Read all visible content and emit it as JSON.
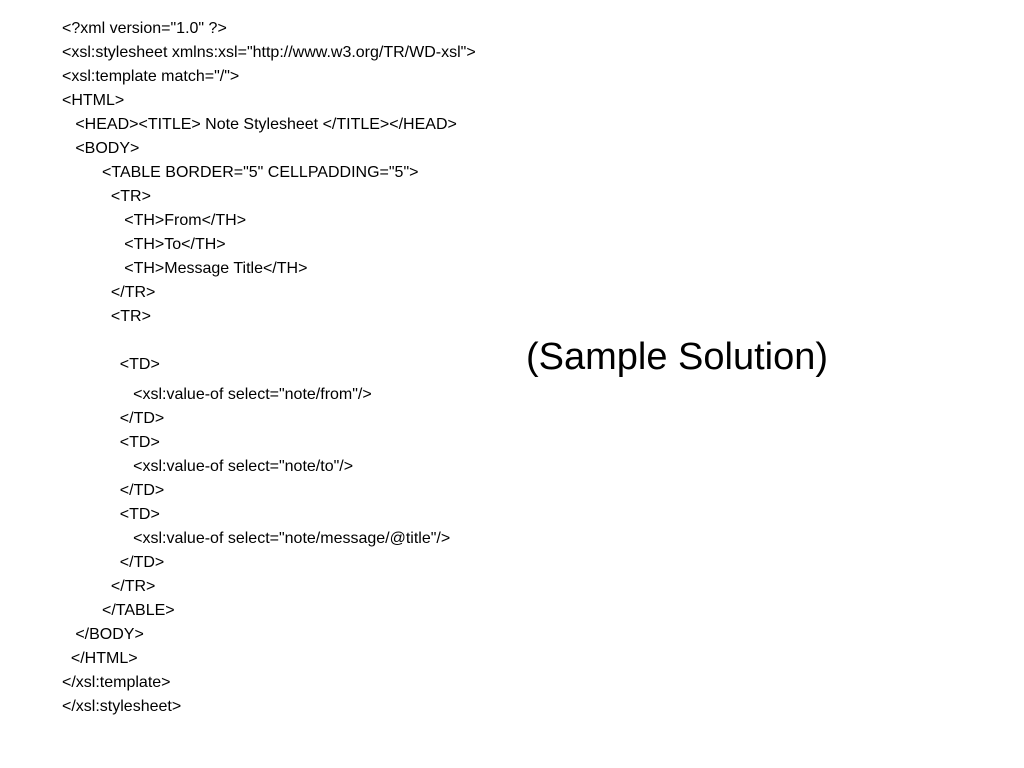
{
  "code_lines": [
    "<?xml version=\"1.0\" ?>",
    "<xsl:stylesheet xmlns:xsl=\"http://www.w3.org/TR/WD-xsl\">",
    "<xsl:template match=\"/\">",
    "<HTML>",
    "   <HEAD><TITLE> Note Stylesheet </TITLE></HEAD>",
    "   <BODY>",
    "         <TABLE BORDER=\"5\" CELLPADDING=\"5\">",
    "           <TR>",
    "              <TH>From</TH>",
    "              <TH>To</TH>",
    "              <TH>Message Title</TH>",
    "           </TR>",
    "           <TR>",
    "             <TD>",
    "                <xsl:value-of select=\"note/from\"/>",
    "             </TD>",
    "             <TD>",
    "                <xsl:value-of select=\"note/to\"/>",
    "             </TD>",
    "             <TD>",
    "                <xsl:value-of select=\"note/message/@title\"/>",
    "             </TD>",
    "           </TR>",
    "         </TABLE>",
    "   </BODY>",
    "  </HTML>",
    "</xsl:template>",
    "</xsl:stylesheet>"
  ],
  "side_title": "(Sample Solution)"
}
